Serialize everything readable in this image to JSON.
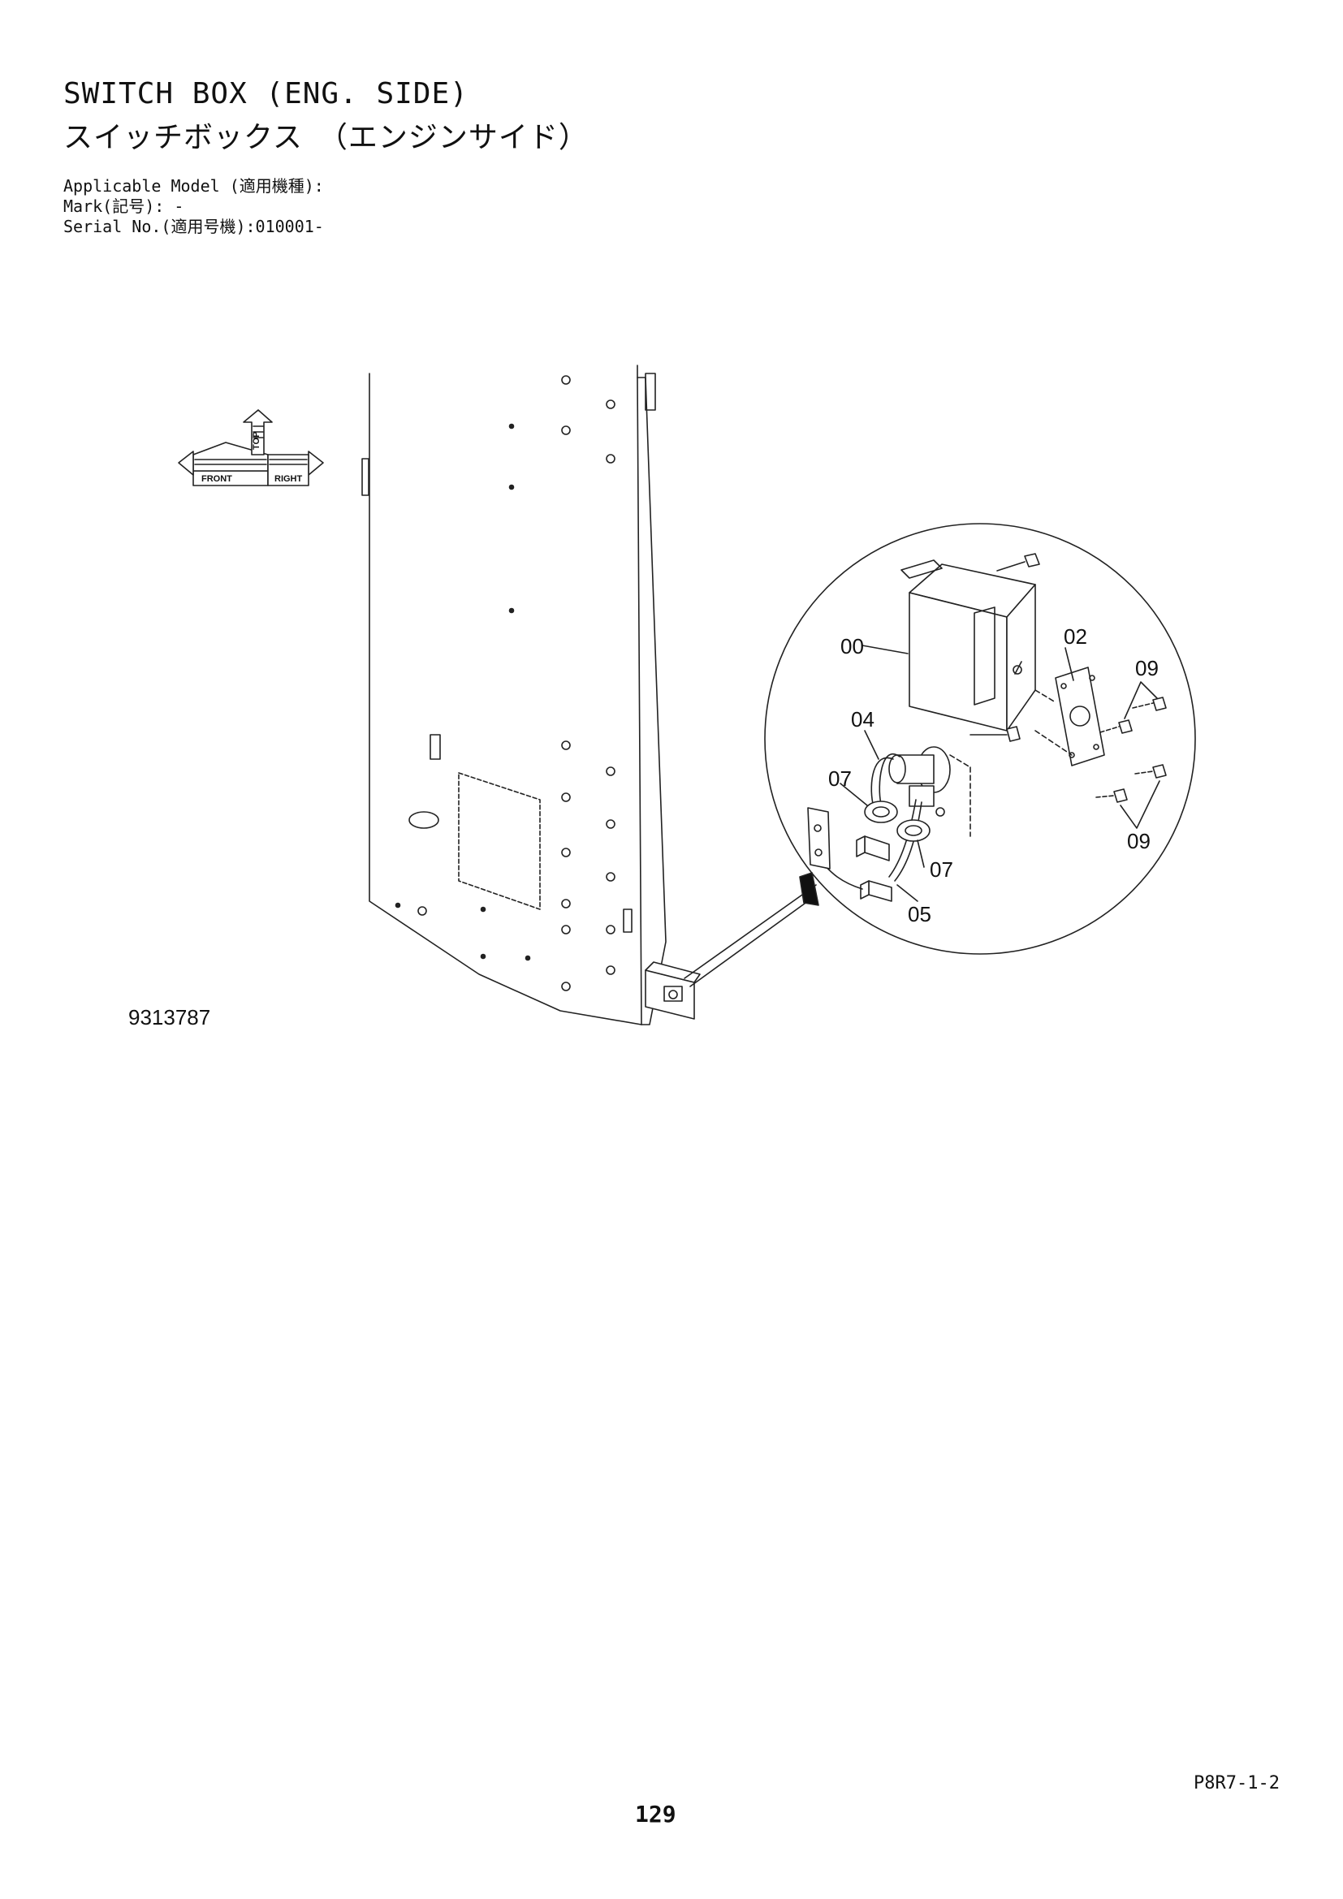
{
  "header": {
    "title_en": "SWITCH BOX (ENG. SIDE)",
    "title_ja": "スイッチボックス　（エンジンサイド）",
    "applicable_model": "Applicable Model (適用機種):",
    "mark": "Mark(記号): -",
    "serial_no": "Serial No.(適用号機):010001-"
  },
  "orientation_icon": {
    "labels": [
      "FRONT",
      "TOP",
      "RIGHT"
    ]
  },
  "callouts": {
    "p00": "00",
    "p02": "02",
    "p04": "04",
    "p05": "05",
    "p07a": "07",
    "p07b": "07",
    "p09a": "09",
    "p09b": "09"
  },
  "figure_number": "9313787",
  "footer": {
    "page_code": "P8R7-1-2",
    "page_number": "129"
  }
}
